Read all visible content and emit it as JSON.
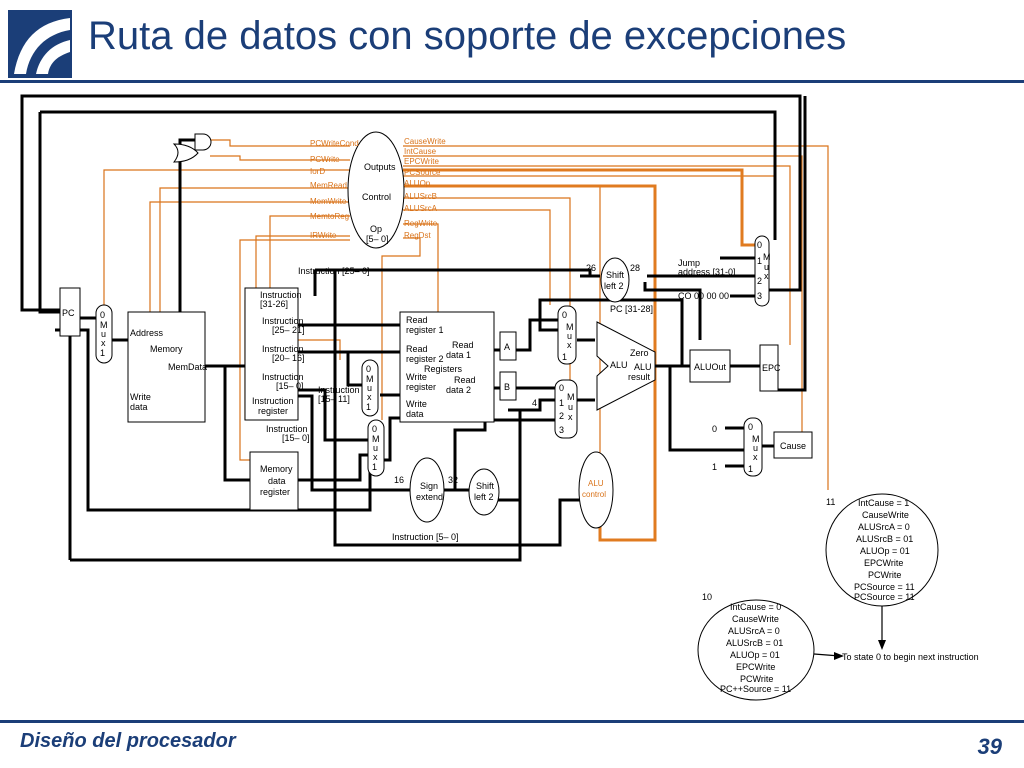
{
  "slide": {
    "title": "Ruta de datos con soporte de excepciones",
    "footer": "Diseño del procesador",
    "page_number": "39"
  },
  "control": {
    "outputs": "Outputs",
    "name": "Control",
    "op": "Op",
    "op_bits": "[5– 0]",
    "left_signals": [
      "PCWriteCond",
      "PCWrite",
      "IorD",
      "MemRead",
      "MemWrite",
      "MemtoReg",
      "IRWrite"
    ],
    "right_signals": [
      "CauseWrite",
      "IntCause",
      "EPCWrite",
      "PCSource",
      "ALUOp",
      "ALUSrcB",
      "ALUSrcA",
      "RegWrite",
      "RegDst"
    ]
  },
  "blocks": {
    "pc": "PC",
    "memory": {
      "address": "Address",
      "name": "Memory",
      "memdata": "MemData",
      "write": "Write",
      "data": "data"
    },
    "ir": {
      "f1a": "Instruction",
      "f1b": "[31-26]",
      "f2a": "Instruction",
      "f2b": "[25– 21]",
      "f3a": "Instruction",
      "f3b": "[20– 16]",
      "f4a": "Instruction",
      "f4b": "[15– 0]",
      "name1": "Instruction",
      "name2": "register"
    },
    "mdr": {
      "l1": "Memory",
      "l2": "data",
      "l3": "register"
    },
    "registers": {
      "rr1a": "Read",
      "rr1b": "register 1",
      "rr2a": "Read",
      "rr2b": "register 2",
      "wra": "Write",
      "wrb": "register",
      "wda": "Write",
      "wdb": "data",
      "rd1a": "Read",
      "rd1b": "data 1",
      "rd2a": "Read",
      "rd2b": "data 2",
      "name": "Registers"
    },
    "a": "A",
    "b": "B",
    "alu": {
      "name": "ALU",
      "zero": "Zero",
      "result1": "ALU",
      "result2": "result"
    },
    "aluout": "ALUOut",
    "epc": "EPC",
    "cause": "Cause",
    "sign_extend": {
      "l1": "Sign",
      "l2": "extend"
    },
    "shift_left_2a": {
      "l1": "Shift",
      "l2": "left 2"
    },
    "shift_left_2b": {
      "l1": "Shift",
      "l2": "left 2"
    },
    "alu_control": {
      "l1": "ALU",
      "l2": "control"
    }
  },
  "labels": {
    "instr_25_0": "Instruction [25– 0]",
    "instr_15_11a": "Instruction",
    "instr_15_11b": "[15– 11]",
    "instr_15_0a": "Instruction",
    "instr_15_0b": "[15– 0]",
    "instr_5_0": "Instruction [5– 0]",
    "jump1": "Jump",
    "jump2": "address [31-0]",
    "pc_31_28": "PC [31-28]",
    "co": "CO 00 00 00",
    "n26": "26",
    "n28": "28",
    "n16": "16",
    "n32": "32",
    "n4": "4",
    "n0": "0",
    "n1": "1"
  },
  "mux": {
    "m": "M",
    "u": "u",
    "x": "x",
    "i0": "0",
    "i1": "1",
    "i2": "2",
    "i3": "3"
  },
  "states": {
    "s11": {
      "number": "11",
      "lines": [
        "IntCause = 1",
        "CauseWrite",
        "ALUSrcA = 0",
        "ALUSrcB = 01",
        "ALUOp = 01",
        "EPCWrite",
        "PCWrite",
        "PCSource = 11",
        "PCSource = 11"
      ]
    },
    "s10": {
      "number": "10",
      "lines": [
        "IntCause = 0",
        "CauseWrite",
        "ALUSrcA = 0",
        "ALUSrcB = 01",
        "ALUOp = 01",
        "EPCWrite",
        "PCWrite",
        "PC++Source = 11"
      ]
    },
    "next": "To state 0 to begin next instruction"
  }
}
